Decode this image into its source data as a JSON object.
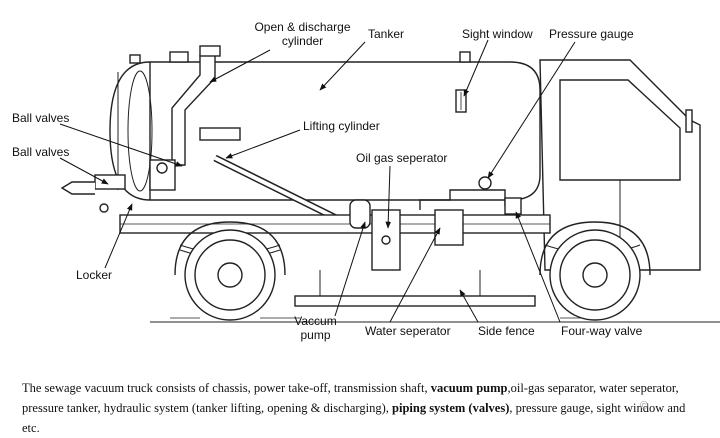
{
  "labels": {
    "open_discharge": "Open & discharge\ncylinder",
    "tanker": "Tanker",
    "sight_window": "Sight window",
    "pressure_gauge": "Pressure gauge",
    "ball_valves_top": "Ball valves",
    "ball_valves_bottom": "Ball valves",
    "lifting_cylinder": "Lifting cylinder",
    "oil_gas_separator": "Oil gas seperator",
    "locker": "Locker",
    "vacuum_pump": "Vaccum\npump",
    "water_separator": "Water seperator",
    "side_fence": "Side fence",
    "four_way_valve": "Four-way valve"
  },
  "caption": {
    "line1_a": "The sewage vacuum truck consists of chassis, power take-off, transmission shaft, ",
    "line1_b": "vacuum pump",
    "line1_c": ",oil-gas separator, water seperator,",
    "line2_a": "pressure tanker, hydraulic system (tanker lifting, opening & discharging), ",
    "line2_b": "piping system (valves)",
    "line2_c": ", pressure gauge, sight window and etc."
  },
  "watermark": "©"
}
